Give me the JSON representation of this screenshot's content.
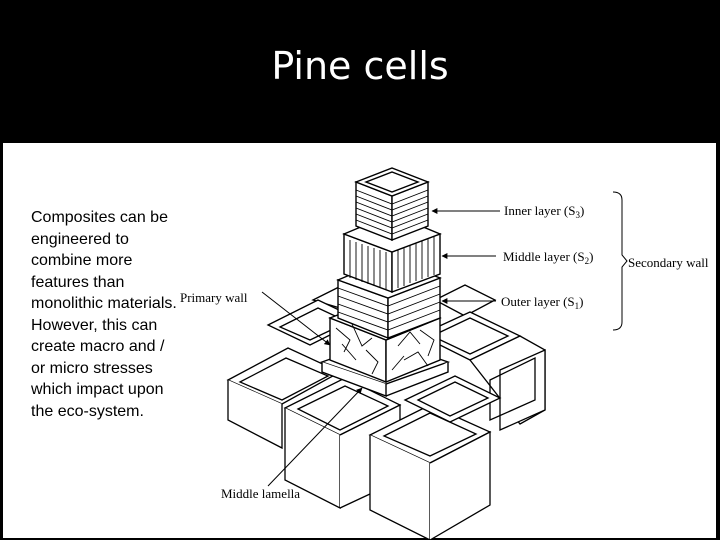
{
  "slide": {
    "title": "Pine cells",
    "body": "Composites can be\nengineered to\ncombine more\nfeatures than\nmonolithic materials.\nHowever, this can\ncreate macro and /\nor micro stresses\nwhich impact upon\nthe eco-system."
  },
  "diagram": {
    "labels": {
      "inner": "Inner layer (S",
      "inner_sub": "3",
      "middle": "Middle layer (S",
      "middle_sub": "2",
      "outer": "Outer layer (S",
      "outer_sub": "1",
      "close": ")",
      "secondary": "Secondary wall",
      "primary": "Primary wall",
      "lamella": "Middle lamella"
    }
  }
}
